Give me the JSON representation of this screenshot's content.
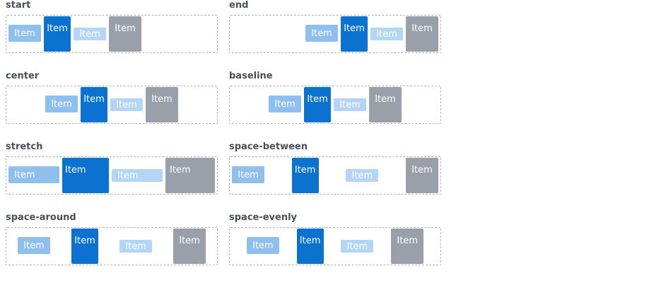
{
  "demos": [
    {
      "label": "start",
      "items": [
        "Item",
        "Item",
        "Item",
        "Item"
      ]
    },
    {
      "label": "end",
      "items": [
        "Item",
        "Item",
        "Item",
        "Item"
      ]
    },
    {
      "label": "center",
      "items": [
        "Item",
        "Item",
        "Item",
        "Item"
      ]
    },
    {
      "label": "baseline",
      "items": [
        "Item",
        "Item",
        "Item",
        "Item"
      ]
    },
    {
      "label": "stretch",
      "items": [
        "Item",
        "Item",
        "Item",
        "Item"
      ]
    },
    {
      "label": "space-between",
      "items": [
        "Item",
        "Item",
        "Item",
        "Item"
      ]
    },
    {
      "label": "space-around",
      "items": [
        "Item",
        "Item",
        "Item",
        "Item"
      ]
    },
    {
      "label": "space-evenly",
      "items": [
        "Item",
        "Item",
        "Item",
        "Item"
      ]
    }
  ],
  "colors": {
    "item_1": "#8ebfef",
    "item_2": "#0b72cf",
    "item_3": "#b3d5f6",
    "item_4": "#9aa0a9",
    "label": "#4a5059",
    "border": "#b3b3b3"
  }
}
